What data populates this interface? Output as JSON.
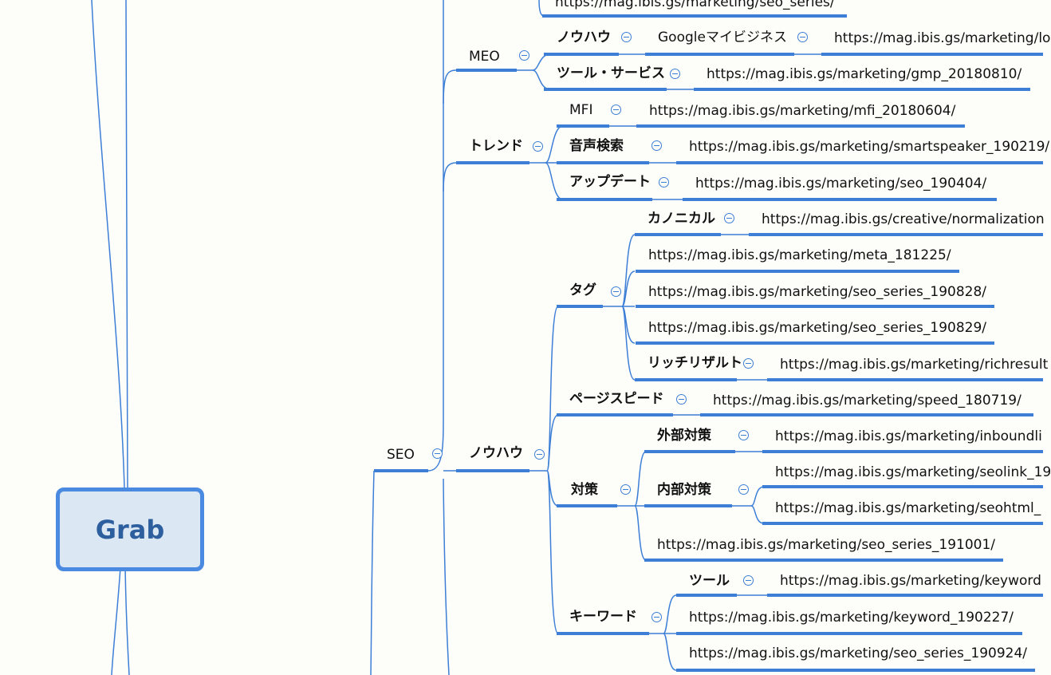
{
  "map": {
    "root": {
      "label": "Grab"
    },
    "seo": {
      "label": "SEO",
      "top_url": "https://mag.ibis.gs/marketing/seo_series/",
      "meo": {
        "label": "MEO",
        "nouhau": {
          "label": "ノウハウ",
          "google_label": "Googleマイビジネス",
          "url": "https://mag.ibis.gs/marketing/lo"
        },
        "tool": {
          "label": "ツール・サービス",
          "url": "https://mag.ibis.gs/marketing/gmp_20180810/"
        }
      },
      "trend": {
        "label": "トレンド",
        "mfi": {
          "label": "MFI",
          "url": "https://mag.ibis.gs/marketing/mfi_20180604/"
        },
        "voice": {
          "label": "音声検索",
          "url": "https://mag.ibis.gs/marketing/smartspeaker_190219/"
        },
        "update": {
          "label": "アップデート",
          "url": "https://mag.ibis.gs/marketing/seo_190404/"
        }
      },
      "nouhau": {
        "label": "ノウハウ",
        "tag": {
          "label": "タグ",
          "canonical": {
            "label": "カノニカル",
            "url": "https://mag.ibis.gs/creative/normalization"
          },
          "urls": [
            "https://mag.ibis.gs/marketing/meta_181225/",
            "https://mag.ibis.gs/marketing/seo_series_190828/",
            "https://mag.ibis.gs/marketing/seo_series_190829/"
          ],
          "rich": {
            "label": "リッチリザルト",
            "url": "https://mag.ibis.gs/marketing/richresult"
          }
        },
        "pagespeed": {
          "label": "ページスピード",
          "url": "https://mag.ibis.gs/marketing/speed_180719/"
        },
        "taisaku": {
          "label": "対策",
          "external": {
            "label": "外部対策",
            "url": "https://mag.ibis.gs/marketing/inboundli"
          },
          "internal": {
            "label": "内部対策",
            "url1": "https://mag.ibis.gs/marketing/seolink_19",
            "url2": "https://mag.ibis.gs/marketing/seohtml_"
          },
          "url": "https://mag.ibis.gs/marketing/seo_series_191001/"
        },
        "keyword": {
          "label": "キーワード",
          "tool": {
            "label": "ツール",
            "url": "https://mag.ibis.gs/marketing/keyword"
          },
          "url1": "https://mag.ibis.gs/marketing/keyword_190227/",
          "url2": "https://mag.ibis.gs/marketing/seo_series_190924/"
        }
      }
    },
    "colors": {
      "branch": "#3d7fd6",
      "root_fill": "#dce7f4",
      "root_border": "#4a8ae0",
      "root_text": "#2d5f9e"
    }
  }
}
